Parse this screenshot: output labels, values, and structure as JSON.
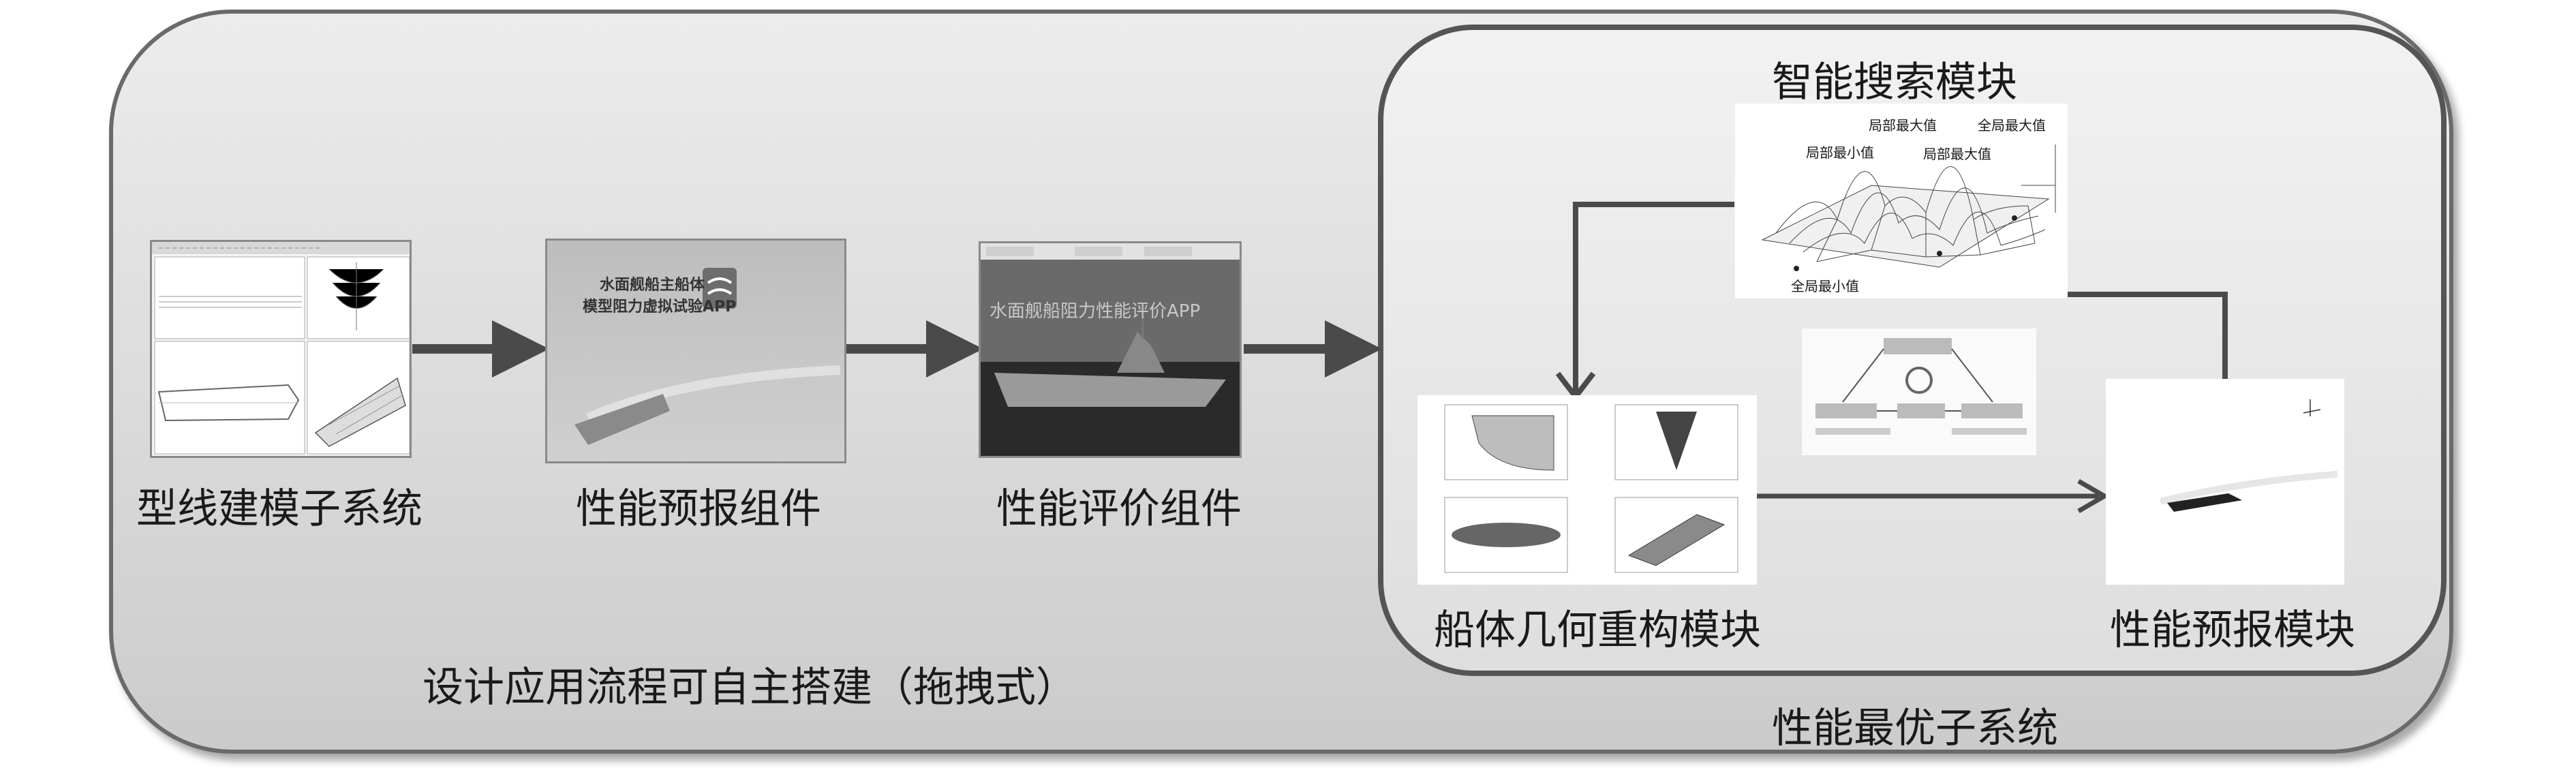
{
  "labels": {
    "line_modeling": "型线建模子系统",
    "perf_forecast_component": "性能预报组件",
    "perf_eval_component": "性能评价组件",
    "smart_search": "智能搜索模块",
    "hull_reconstruct": "船体几何重构模块",
    "perf_forecast_module": "性能预报模块",
    "flow_caption": "设计应用流程可自主搭建（拖拽式）",
    "optimal_subsystem": "性能最优子系统"
  },
  "app_forecast": {
    "line1": "水面舰船主船体",
    "line2": "模型阻力虚拟试验APP"
  },
  "app_eval": {
    "title": "水面舰船阻力性能评价APP"
  },
  "surface_plot": {
    "local_max": "局部最大值",
    "global_max": "全局最大值",
    "local_min": "局部最小值",
    "local_max_2": "局部最大值",
    "global_min": "全局最小值"
  },
  "colors": {
    "arrow": "#4a4a4a",
    "border_outer": "#6a6a6a",
    "border_inner": "#555555"
  }
}
